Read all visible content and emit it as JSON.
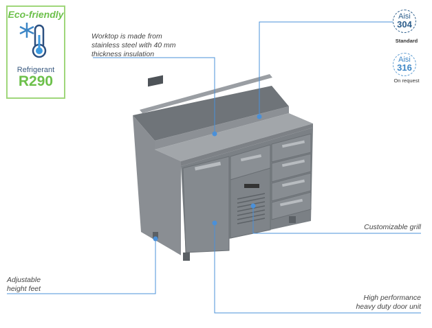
{
  "eco": {
    "title": "Eco-friendly",
    "label": "Refrigerant",
    "value": "R290",
    "icon": "snowflake-thermometer-icon"
  },
  "badges": [
    {
      "top": "Aisi",
      "num": "304",
      "caption": "Standard"
    },
    {
      "top": "Aisi",
      "num": "316",
      "caption": "On request"
    }
  ],
  "callouts": {
    "worktop": [
      "Worktop is made from",
      "stainless steel with 40 mm",
      "thickness insulation"
    ],
    "grill": "Customizable grill",
    "feet": [
      "Adjustable",
      "height feet"
    ],
    "door": [
      "High performance",
      "heavy duty door unit"
    ]
  },
  "colors": {
    "accent": "#4a90d9",
    "green": "#6cc04a"
  }
}
